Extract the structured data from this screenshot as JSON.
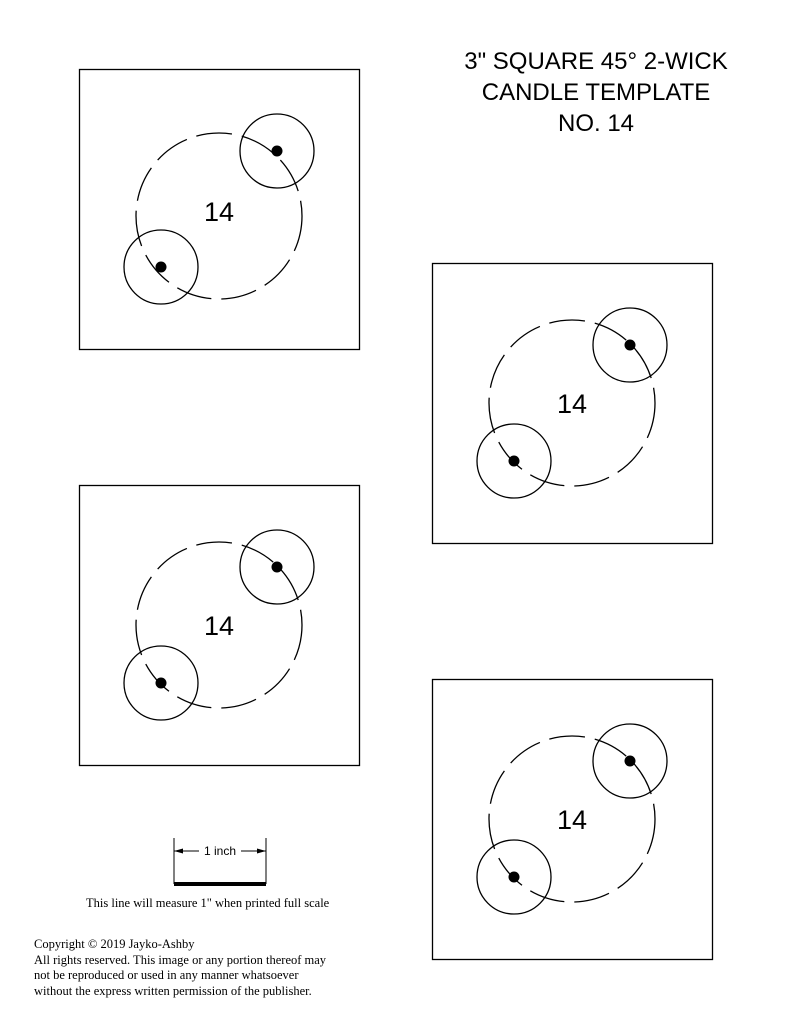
{
  "title": {
    "line1": "3\" SQUARE 45° 2-WICK",
    "line2": "CANDLE TEMPLATE",
    "line3": "NO. 14"
  },
  "templates": [
    {
      "label": "14"
    },
    {
      "label": "14"
    },
    {
      "label": "14"
    },
    {
      "label": "14"
    }
  ],
  "scale": {
    "label": "1 inch",
    "note": "This line will measure 1\" when printed full scale"
  },
  "copyright": [
    "Copyright © 2019 Jayko-Ashby",
    "All rights reserved. This image or any portion thereof may",
    "not be reproduced or used in any manner whatsoever",
    "without the express written permission of the publisher."
  ]
}
